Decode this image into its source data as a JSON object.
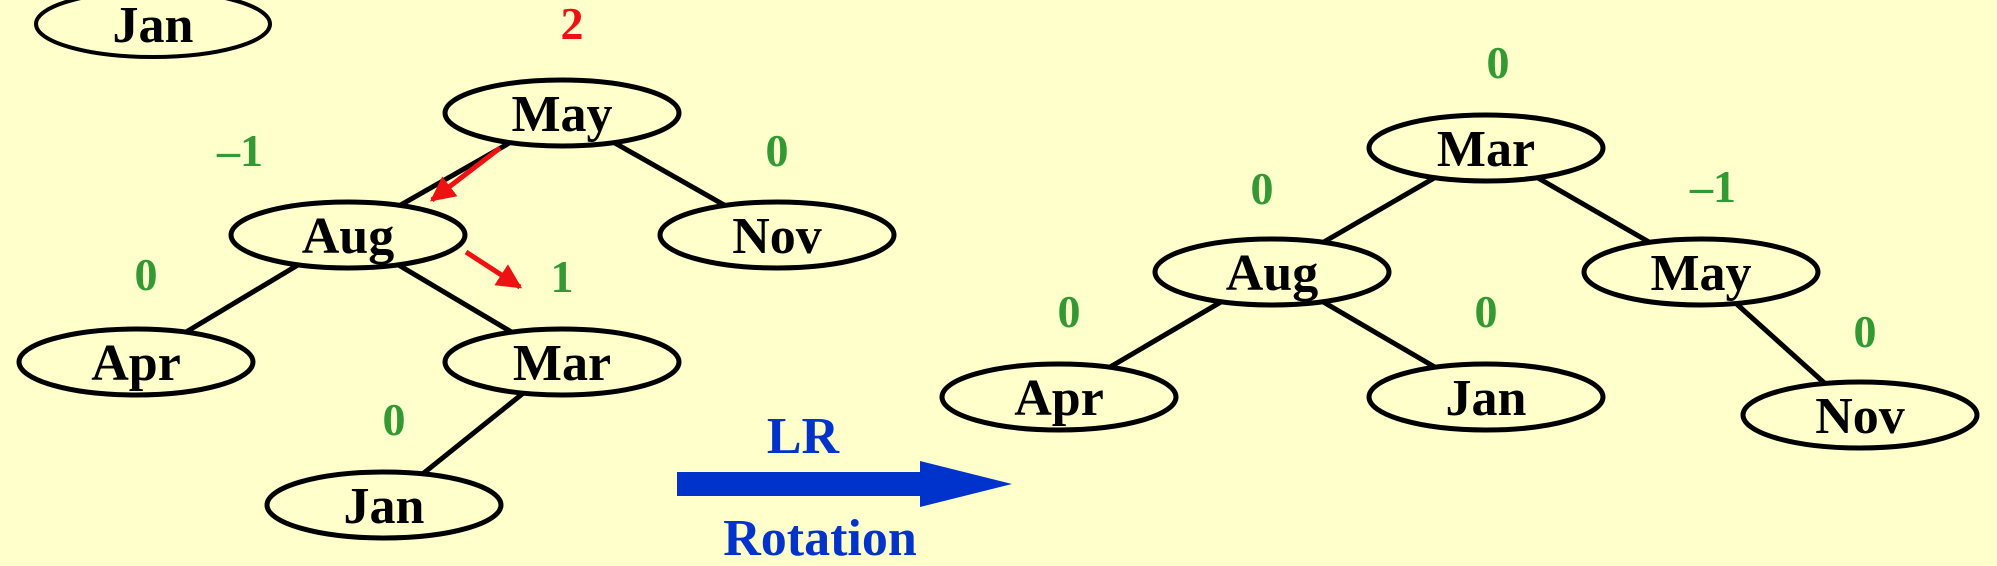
{
  "inserted_key": "Jan",
  "colors": {
    "background": "#ffffcc",
    "node_stroke": "#000000",
    "balance_ok": "#339933",
    "balance_violation": "#ee1111",
    "rotation_arrow": "#0033cc",
    "path_arrow": "#ee1111"
  },
  "before_tree": {
    "nodes": {
      "may": {
        "key": "May",
        "balance": "2"
      },
      "aug": {
        "key": "Aug",
        "balance": "–1"
      },
      "nov": {
        "key": "Nov",
        "balance": "0"
      },
      "apr": {
        "key": "Apr",
        "balance": "0"
      },
      "mar": {
        "key": "Mar",
        "balance": "1"
      },
      "jan": {
        "key": "Jan",
        "balance": "0"
      }
    },
    "edges": [
      [
        "may",
        "aug"
      ],
      [
        "may",
        "nov"
      ],
      [
        "aug",
        "apr"
      ],
      [
        "aug",
        "mar"
      ],
      [
        "mar",
        "jan"
      ]
    ]
  },
  "after_tree": {
    "nodes": {
      "mar": {
        "key": "Mar",
        "balance": "0"
      },
      "aug": {
        "key": "Aug",
        "balance": "0"
      },
      "may": {
        "key": "May",
        "balance": "–1"
      },
      "apr": {
        "key": "Apr",
        "balance": "0"
      },
      "jan": {
        "key": "Jan",
        "balance": "0"
      },
      "nov": {
        "key": "Nov",
        "balance": "0"
      }
    },
    "edges": [
      [
        "mar",
        "aug"
      ],
      [
        "mar",
        "may"
      ],
      [
        "aug",
        "apr"
      ],
      [
        "aug",
        "jan"
      ],
      [
        "may",
        "nov"
      ]
    ]
  },
  "rotation": {
    "type": "LR",
    "label": "Rotation"
  }
}
